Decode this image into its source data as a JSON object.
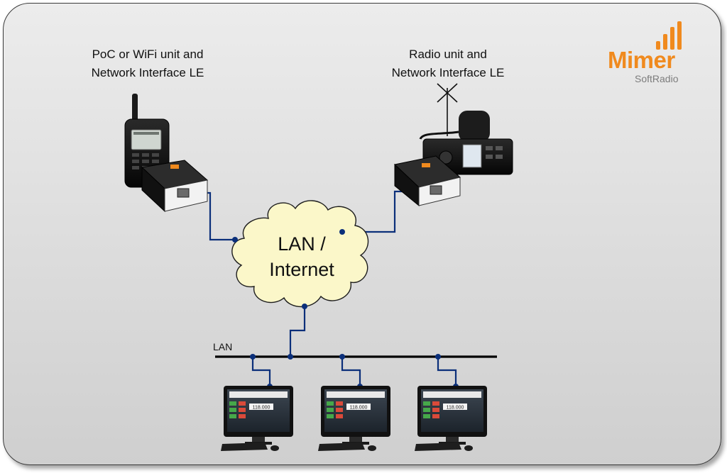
{
  "labels": {
    "poc_line1": "PoC or WiFi unit and",
    "poc_line2": "Network Interface LE",
    "radio_line1": "Radio unit and",
    "radio_line2": "Network Interface LE",
    "cloud_line1": "LAN /",
    "cloud_line2": "Internet",
    "lan": "LAN"
  },
  "logo": {
    "name": "Mimer",
    "sub": "SoftRadio",
    "brand_color": "#f08a1e"
  },
  "nodes": [
    "poc-radio-with-interface",
    "mobile-radio-with-interface",
    "lan-internet-cloud",
    "lan-bus",
    "operator-workstation-1",
    "operator-workstation-2",
    "operator-workstation-3"
  ],
  "workstation_display_value": "118.000",
  "colors": {
    "cable": "#0b2f7a",
    "cloud_fill": "#fbf7c9",
    "bus": "#000000"
  }
}
